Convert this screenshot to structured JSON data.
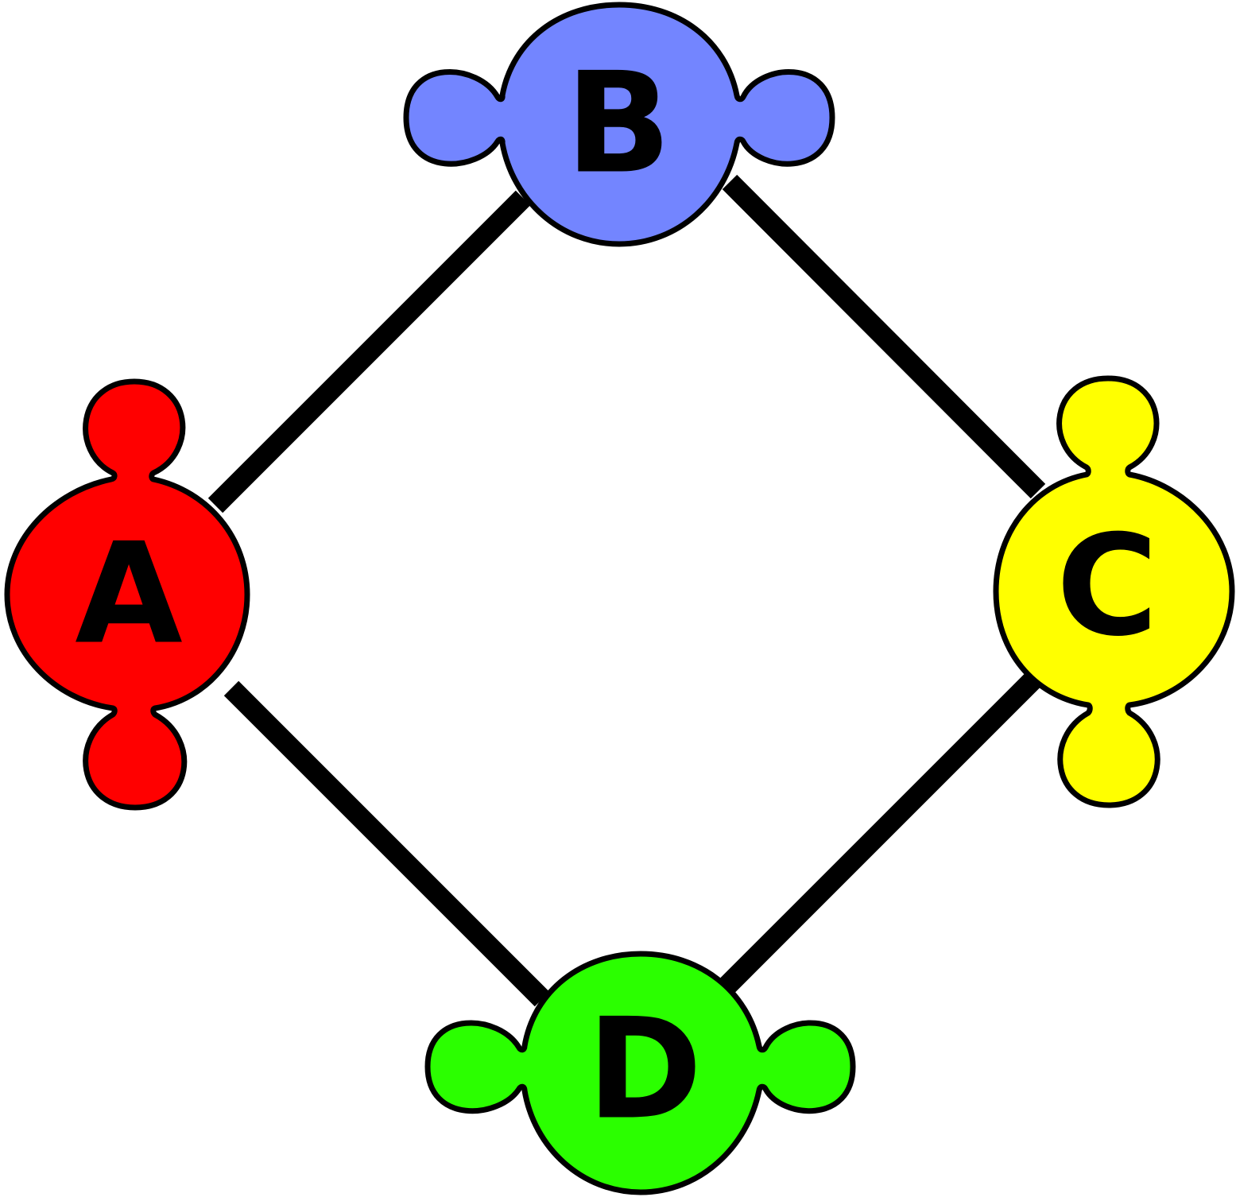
{
  "nodes": [
    {
      "id": "A",
      "label": "A",
      "color": "#ff0000",
      "orientation": "vertical"
    },
    {
      "id": "B",
      "label": "B",
      "color": "#7385ff",
      "orientation": "horizontal"
    },
    {
      "id": "C",
      "label": "C",
      "color": "#ffff00",
      "orientation": "vertical"
    },
    {
      "id": "D",
      "label": "D",
      "color": "#2bff00",
      "orientation": "horizontal"
    }
  ],
  "edges": [
    {
      "from": "A",
      "to": "B"
    },
    {
      "from": "B",
      "to": "C"
    },
    {
      "from": "C",
      "to": "D"
    },
    {
      "from": "D",
      "to": "A"
    }
  ],
  "icons": {
    "node_shape": "lobed-circle-icon"
  },
  "colors": {
    "edge": "#000000",
    "outline": "#000000"
  }
}
